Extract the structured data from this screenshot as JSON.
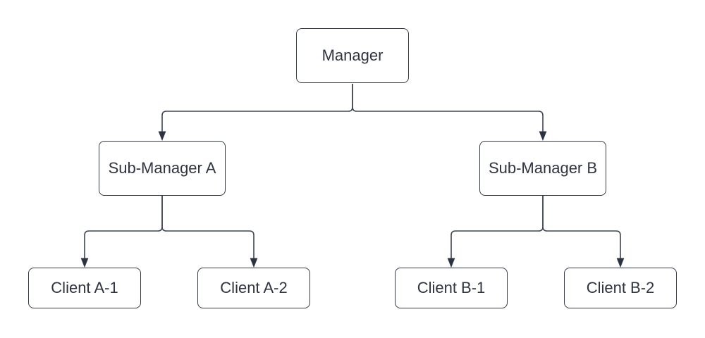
{
  "diagram": {
    "type": "org-chart",
    "nodes": {
      "manager": {
        "label": "Manager"
      },
      "sub_manager_a": {
        "label": "Sub-Manager A"
      },
      "sub_manager_b": {
        "label": "Sub-Manager B"
      },
      "client_a1": {
        "label": "Client A-1"
      },
      "client_a2": {
        "label": "Client A-2"
      },
      "client_b1": {
        "label": "Client B-1"
      },
      "client_b2": {
        "label": "Client B-2"
      }
    },
    "edges": [
      {
        "from": "Manager",
        "to": "Sub-Manager A",
        "arrow": "target"
      },
      {
        "from": "Manager",
        "to": "Sub-Manager B",
        "arrow": "target"
      },
      {
        "from": "Sub-Manager A",
        "to": "Client A-1",
        "arrow": "target"
      },
      {
        "from": "Sub-Manager A",
        "to": "Client A-2",
        "arrow": "target"
      },
      {
        "from": "Sub-Manager B",
        "to": "Client B-1",
        "arrow": "target"
      },
      {
        "from": "Sub-Manager B",
        "to": "Client B-2",
        "arrow": "target"
      }
    ],
    "colors": {
      "node_fill": "#ffffff",
      "node_border": "#333b49",
      "connector": "#3e4655",
      "arrowhead": "#2b3240",
      "text": "#2e3440",
      "background": "#ffffff"
    }
  }
}
